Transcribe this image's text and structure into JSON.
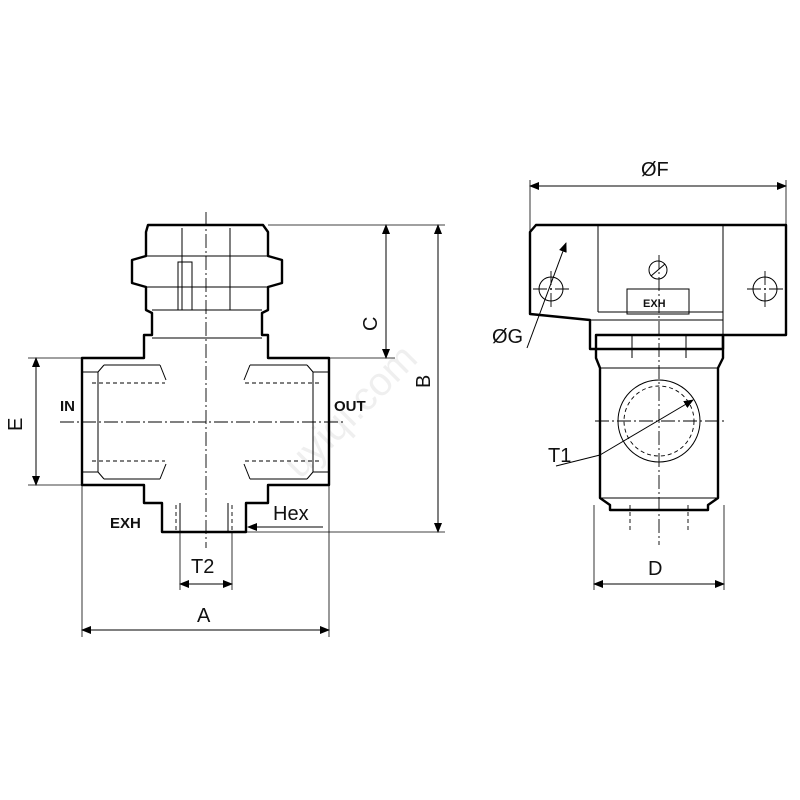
{
  "labels": {
    "ports": {
      "inlet": "IN",
      "outlet": "OUT",
      "exhaust": "EXH",
      "exhaust_top": "EXH"
    },
    "dimensions": {
      "a": "A",
      "b": "B",
      "c": "C",
      "d": "D",
      "e": "E",
      "f": "ØF",
      "g": "ØG",
      "t1": "T1",
      "t2": "T2",
      "hex": "Hex"
    }
  },
  "watermark": "uyiqi.com"
}
